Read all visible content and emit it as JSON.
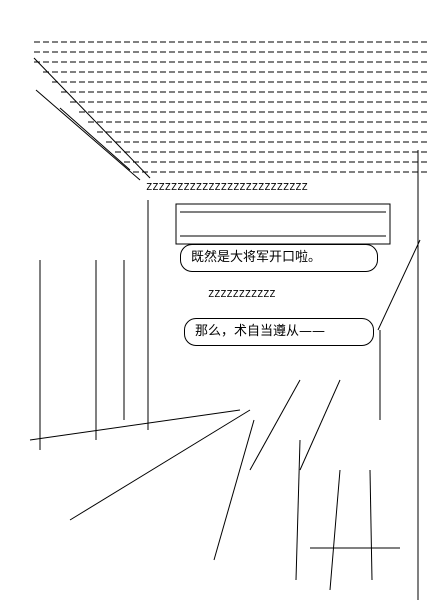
{
  "dialogue": [
    {
      "speaker_text": "既然是大将军开口啦。"
    },
    {
      "speaker_text": "那么，术自当遵从——"
    }
  ],
  "art_fragments": {
    "z_row_top": "ZZZZZZZZZZZZZZZZZZZZZZZZZZ",
    "z_row_mid": "ZZZZZZZZZZZ"
  },
  "colors": {
    "ink": "#000000",
    "paper": "#ffffff"
  }
}
